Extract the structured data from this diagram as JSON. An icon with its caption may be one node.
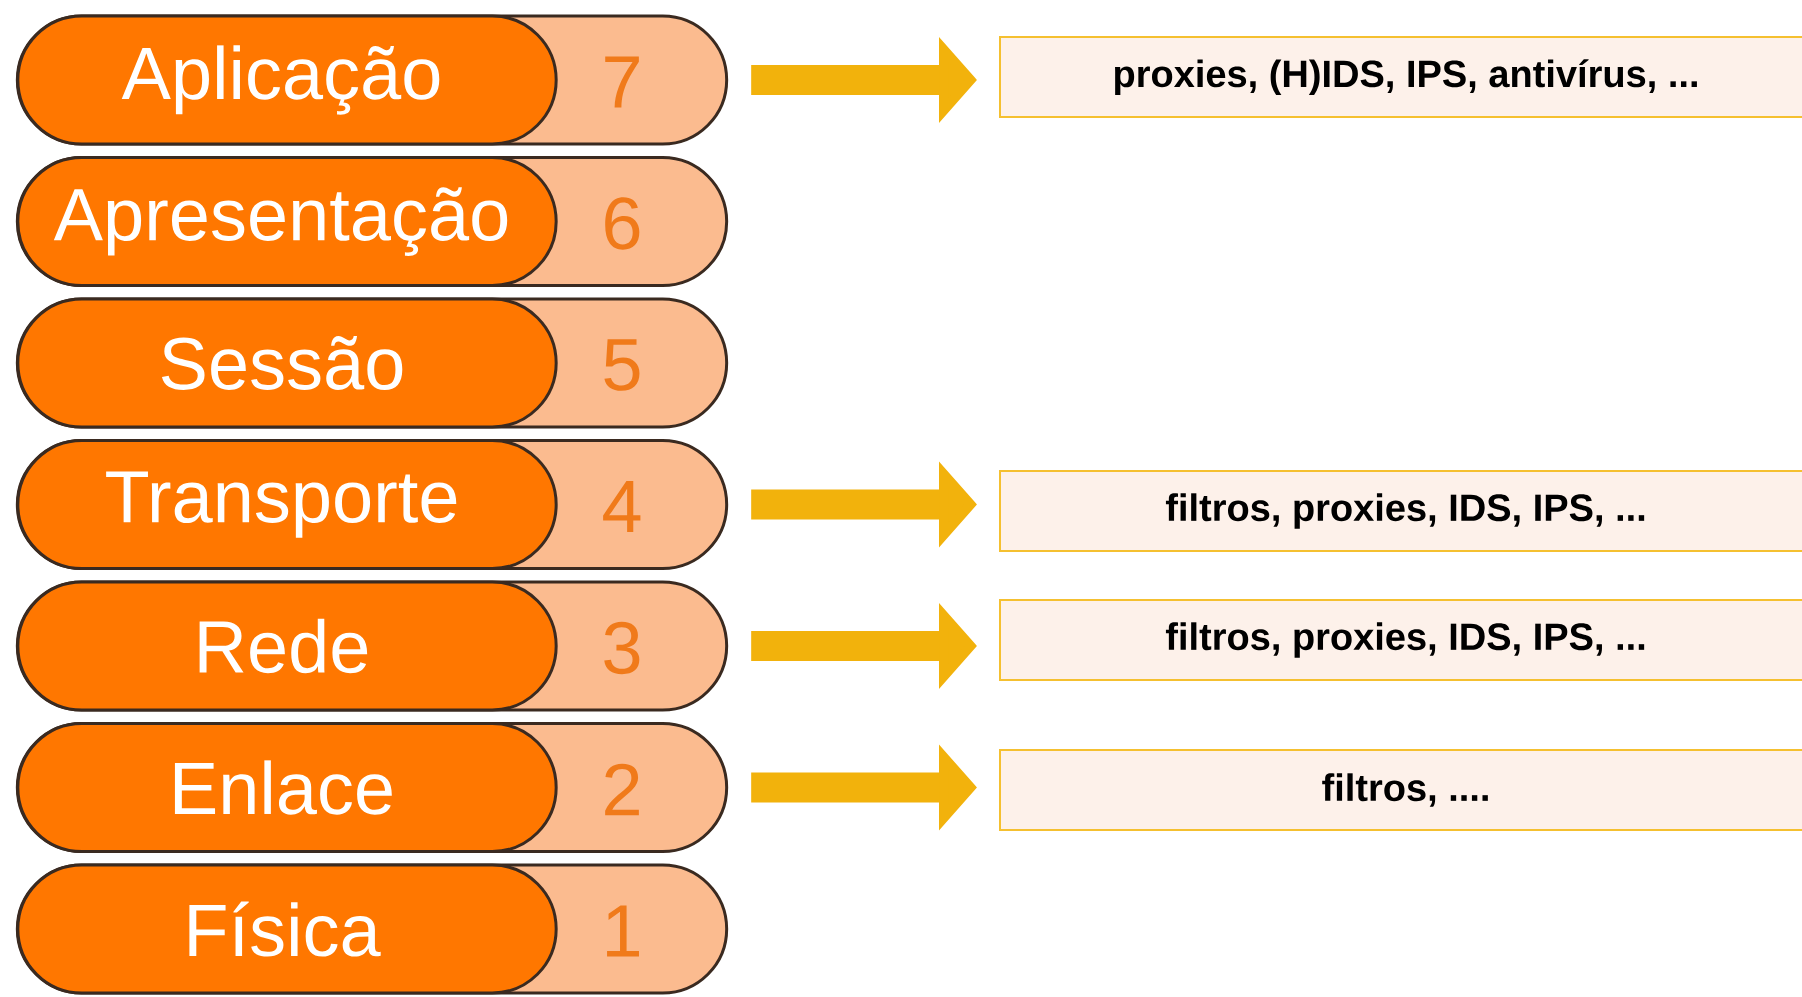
{
  "diagram": {
    "nodes": [
      {
        "text": [
          "Aplicação",
          "7"
        ]
      },
      {
        "text": [
          "Apresentação",
          "6"
        ]
      },
      {
        "text": [
          "Sessão",
          "5"
        ]
      },
      {
        "text": [
          "Transporte",
          "4"
        ]
      },
      {
        "text": [
          "Rede",
          "3"
        ]
      },
      {
        "text": [
          "Enlace",
          "2"
        ]
      },
      {
        "text": [
          "Física",
          "1"
        ]
      },
      {
        "text": [
          "proxies, (H)IDS, IPS, antivírus, ..."
        ]
      },
      {
        "text": [
          "filtros, proxies, IDS, IPS,  ..."
        ]
      },
      {
        "text": [
          "filtros, proxies, IDS, IPS,  ..."
        ]
      },
      {
        "text": [
          "filtros, ...."
        ]
      }
    ],
    "edges": [
      {
        "from": 0,
        "to": 7,
        "arrow": "to"
      },
      {
        "from": 3,
        "to": 8,
        "arrow": "to"
      },
      {
        "from": 4,
        "to": 9,
        "arrow": "to"
      },
      {
        "from": 5,
        "to": 10,
        "arrow": "to"
      }
    ]
  }
}
